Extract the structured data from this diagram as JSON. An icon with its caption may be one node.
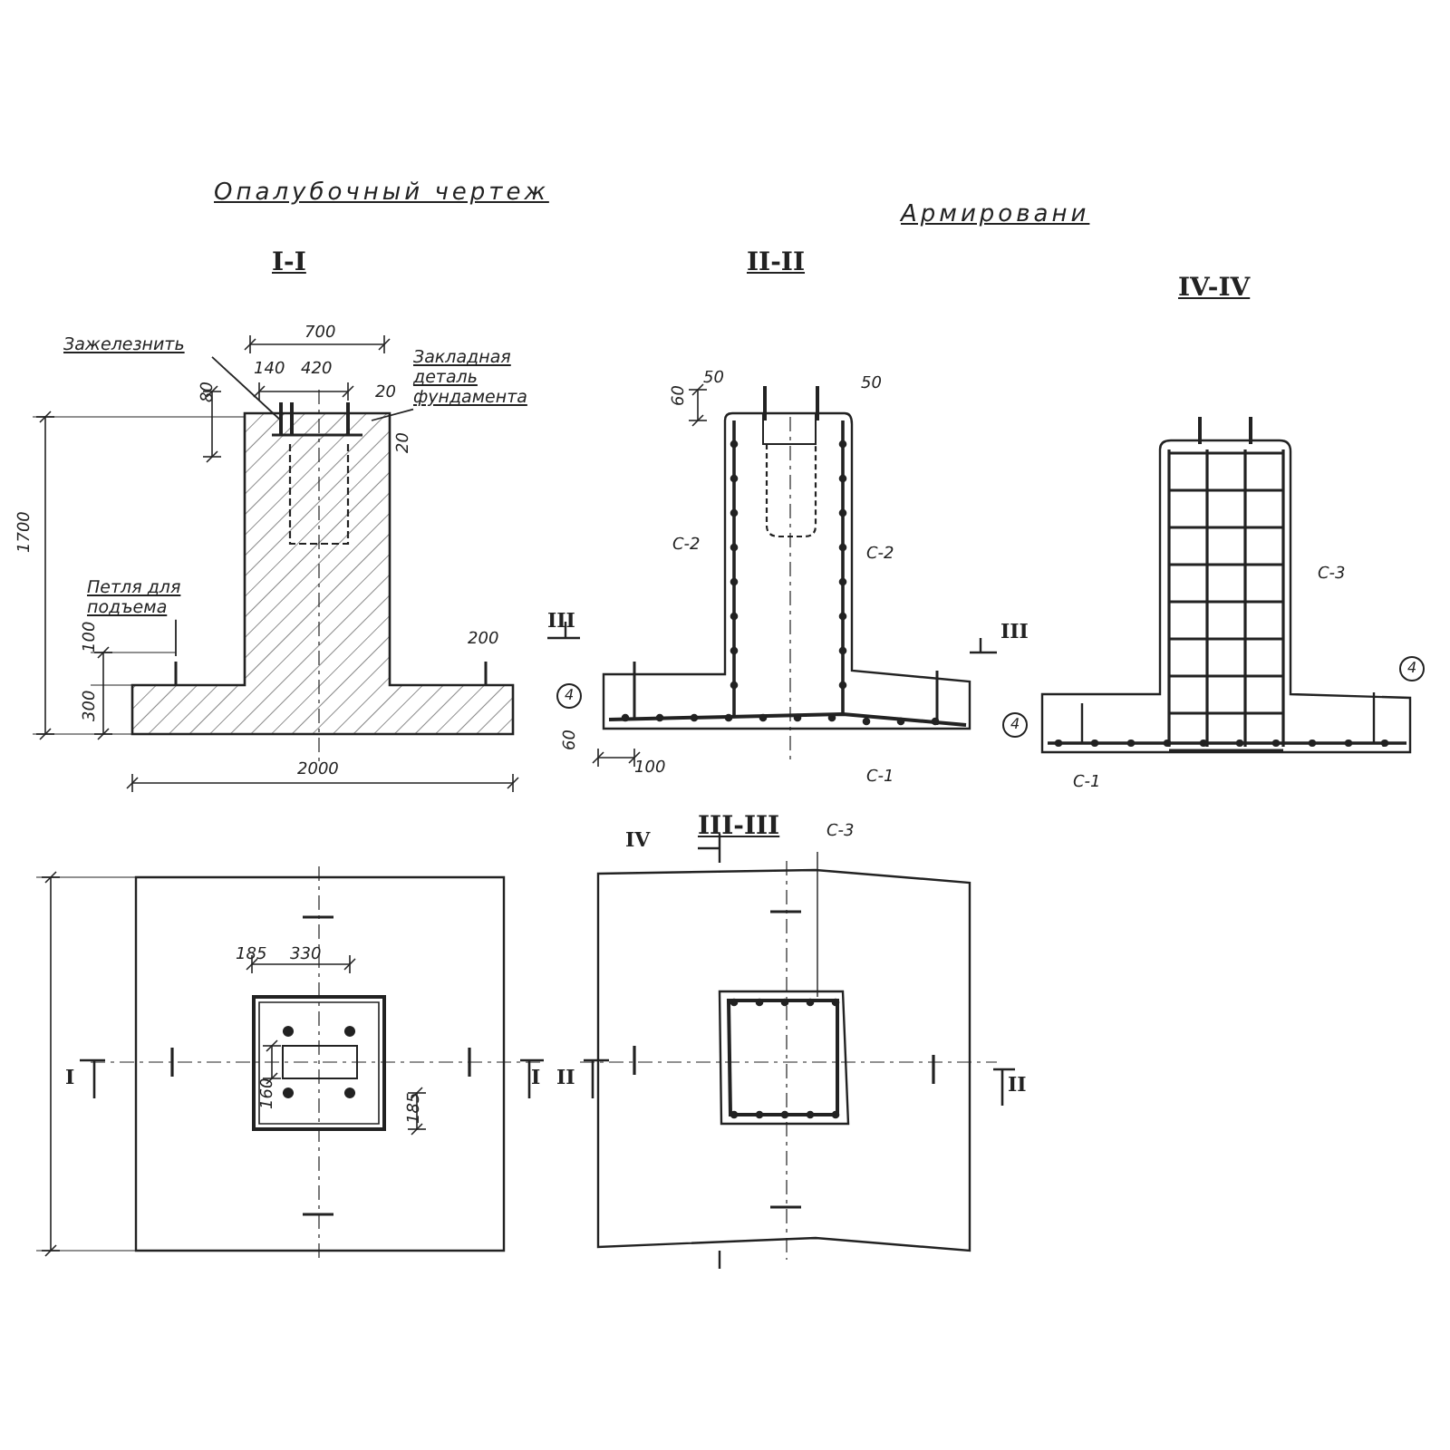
{
  "diagram": {
    "nodes": [
      {
        "text": [
          "Зажелезнить"
        ]
      },
      {
        "text": [
          "Закладная деталь фундамента"
        ]
      },
      {
        "text": [
          "Петля для подъема"
        ]
      }
    ],
    "edges": [
      {
        "from": 0,
        "to": null,
        "arrow": "none"
      },
      {
        "from": 1,
        "to": null,
        "arrow": "none"
      },
      {
        "from": 2,
        "to": null,
        "arrow": "none"
      }
    ],
    "labels": [
      "Опалубочный чертеж",
      "Армировани",
      "I-I",
      "II-II",
      "IV-IV",
      "III-III",
      "700",
      "140",
      "420",
      "80",
      "20",
      "20",
      "1700",
      "100",
      "300",
      "200",
      "2000",
      "60",
      "50",
      "50",
      "С-2",
      "С-2",
      "III",
      "III",
      "4",
      "60",
      "100",
      "С-1",
      "С-3",
      "4",
      "4",
      "С-1",
      "IV",
      "С-3",
      "185",
      "330",
      "160",
      "185",
      "I",
      "I",
      "II",
      "II"
    ]
  }
}
